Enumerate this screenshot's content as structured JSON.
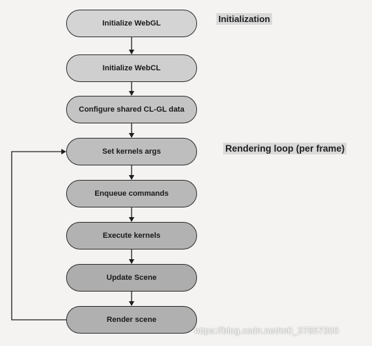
{
  "steps": [
    "Initialize WebGL",
    "Initialize WebCL",
    "Configure shared CL-GL data",
    "Set kernels args",
    "Enqueue commands",
    "Execute kernels",
    "Update Scene",
    "Render scene"
  ],
  "labels": {
    "initialization": "Initialization",
    "rendering_loop": "Rendering loop (per frame)"
  },
  "watermark": "https://blog.csdn.net/m0_37857300"
}
